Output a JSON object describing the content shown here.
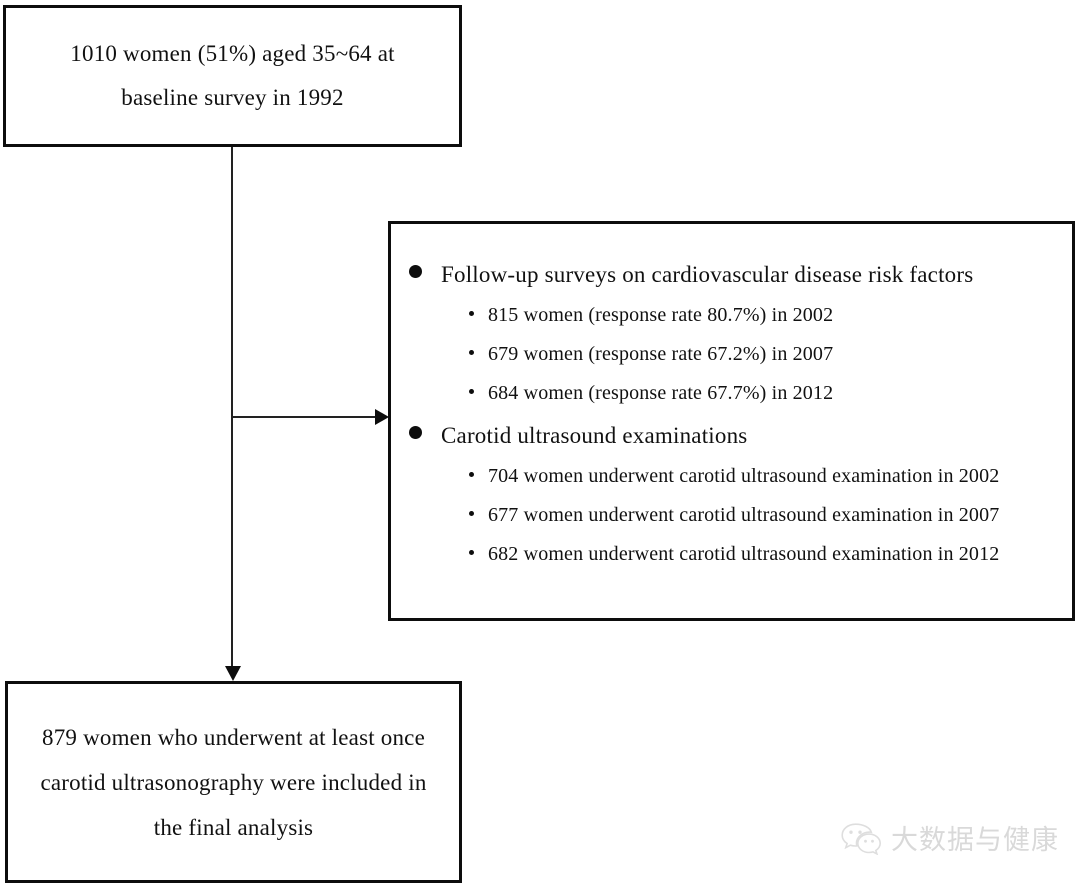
{
  "diagram": {
    "type": "study-flowchart",
    "baseline_box": {
      "lines": [
        "1010 women (51%) aged 35~64 at",
        "baseline survey in 1992"
      ]
    },
    "followup_box": {
      "groups": [
        {
          "heading": "Follow-up surveys on cardiovascular disease risk factors",
          "items": [
            "815 women (response rate 80.7%) in 2002",
            "679 women (response rate 67.2%) in 2007",
            "684 women (response rate 67.7%) in 2012"
          ]
        },
        {
          "heading": "Carotid ultrasound examinations",
          "items": [
            "704 women underwent carotid ultrasound examination in 2002",
            "677 women underwent carotid ultrasound examination in 2007",
            "682 women underwent carotid ultrasound examination in 2012"
          ]
        }
      ]
    },
    "final_box": {
      "lines": [
        "879 women who underwent at least once",
        "carotid ultrasonography were included in",
        "the final analysis"
      ]
    },
    "connectors": {
      "vertical_label": "baseline-to-final-connector",
      "horizontal_label": "baseline-to-followup-connector"
    }
  },
  "watermark": {
    "text": "大数据与健康",
    "icon": "wechat-icon",
    "color": "#d9d9d9"
  },
  "colors": {
    "background": "#ffffff",
    "border": "#0d0d0d",
    "text": "#111111",
    "connector": "#222222"
  }
}
